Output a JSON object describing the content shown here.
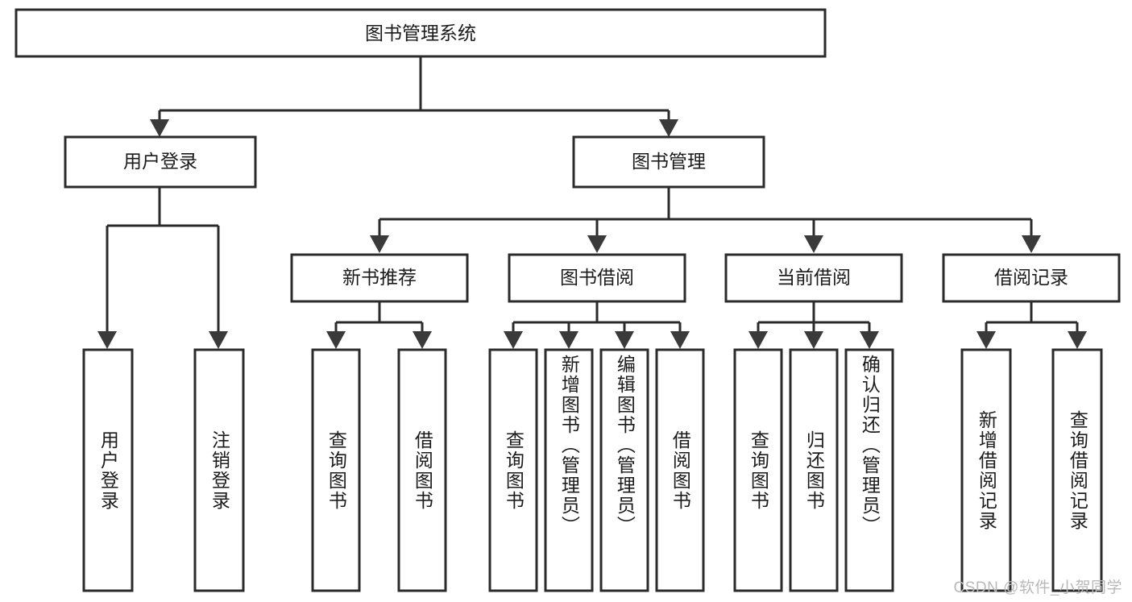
{
  "diagram": {
    "type": "tree-hierarchy",
    "title": "图书管理系统",
    "orientation": "top-down",
    "colors": {
      "box_border": "#2b2b2b",
      "box_fill": "#ffffff",
      "connector": "#2b2b2b",
      "arrow": "#3a3a3a",
      "text": "#1b1b1b",
      "watermark": "#b9b9b9"
    },
    "levels": {
      "level1": [
        {
          "id": "root",
          "label": "图书管理系统"
        }
      ],
      "level2": [
        {
          "id": "user-login",
          "label": "用户登录"
        },
        {
          "id": "book-manage",
          "label": "图书管理"
        }
      ],
      "level3": [
        {
          "id": "new-book-recommend",
          "label": "新书推荐"
        },
        {
          "id": "book-borrow",
          "label": "图书借阅"
        },
        {
          "id": "current-borrow",
          "label": "当前借阅"
        },
        {
          "id": "borrow-record",
          "label": "借阅记录"
        }
      ],
      "level4": [
        {
          "id": "leaf-user-login",
          "label": "用户登录",
          "parent": "user-login"
        },
        {
          "id": "leaf-logout-login",
          "label": "注销登录",
          "parent": "user-login"
        },
        {
          "id": "leaf-query-book-1",
          "label": "查询图书",
          "parent": "new-book-recommend"
        },
        {
          "id": "leaf-borrow-book-1",
          "label": "借阅图书",
          "parent": "new-book-recommend"
        },
        {
          "id": "leaf-query-book-2",
          "label": "查询图书",
          "parent": "book-borrow"
        },
        {
          "id": "leaf-add-book",
          "label": "新增图书（管理员）",
          "parent": "book-borrow"
        },
        {
          "id": "leaf-edit-book",
          "label": "编辑图书（管理员）",
          "parent": "book-borrow"
        },
        {
          "id": "leaf-borrow-book-2",
          "label": "借阅图书",
          "parent": "book-borrow"
        },
        {
          "id": "leaf-query-book-3",
          "label": "查询图书",
          "parent": "current-borrow"
        },
        {
          "id": "leaf-return-book",
          "label": "归还图书",
          "parent": "current-borrow"
        },
        {
          "id": "leaf-confirm-return",
          "label": "确认归还（管理员）",
          "parent": "current-borrow"
        },
        {
          "id": "leaf-add-record",
          "label": "新增借阅记录",
          "parent": "borrow-record"
        },
        {
          "id": "leaf-query-record",
          "label": "查询借阅记录",
          "parent": "borrow-record"
        }
      ]
    }
  },
  "watermark": {
    "text": "CSDN @软件_小贺同学"
  }
}
